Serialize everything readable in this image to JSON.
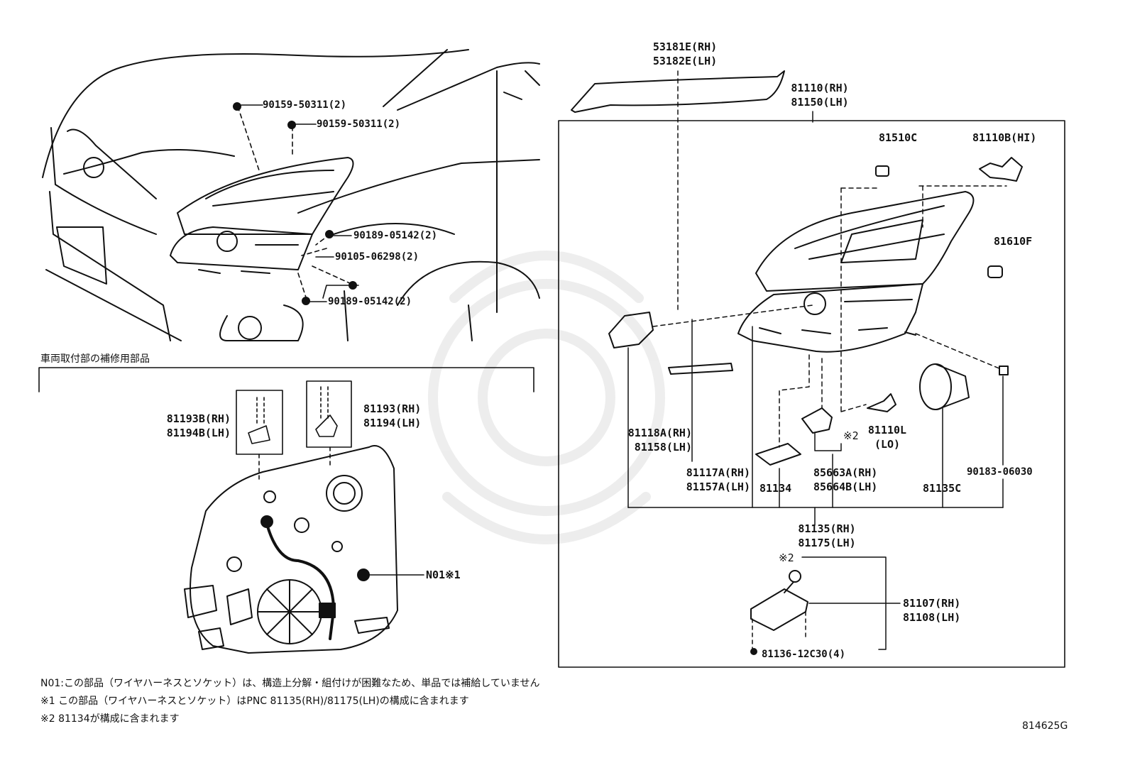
{
  "diagram_code": "814625G",
  "section_title": "車両取付部の補修用部品",
  "vehicle_fasteners": [
    {
      "id": "f1",
      "label": "90159-50311(2)"
    },
    {
      "id": "f2",
      "label": "90159-50311(2)"
    },
    {
      "id": "f3",
      "label": "90189-05142(2)"
    },
    {
      "id": "f4",
      "label": "90105-06298(2)"
    },
    {
      "id": "f5",
      "label": "90189-05142(2)"
    }
  ],
  "repair_parts": [
    {
      "id": "r1",
      "line1": "81193B(RH)",
      "line2": "81194B(LH)"
    },
    {
      "id": "r2",
      "line1": "81193(RH)",
      "line2": "81194(LH)"
    },
    {
      "id": "r3",
      "line1": "N01※1"
    }
  ],
  "headlamp_parts": [
    {
      "id": "p1",
      "line1": "53181E(RH)",
      "line2": "53182E(LH)"
    },
    {
      "id": "p2",
      "line1": "81110(RH)",
      "line2": "81150(LH)"
    },
    {
      "id": "p3",
      "line1": "81510C"
    },
    {
      "id": "p4",
      "line1": "81110B(HI)"
    },
    {
      "id": "p5",
      "line1": "81610F"
    },
    {
      "id": "p6",
      "line1": "81118A(RH)",
      "line2": "81158(LH)"
    },
    {
      "id": "p7",
      "line1": "81110L",
      "line2": "(LO)"
    },
    {
      "id": "p8",
      "line1": "※2"
    },
    {
      "id": "p9",
      "line1": "90183-06030"
    },
    {
      "id": "p10",
      "line1": "81117A(RH)",
      "line2": "81157A(LH)"
    },
    {
      "id": "p11",
      "line1": "81134"
    },
    {
      "id": "p12",
      "line1": "85663A(RH)",
      "line2": "85664B(LH)"
    },
    {
      "id": "p13",
      "line1": "81135C"
    },
    {
      "id": "p14",
      "line1": "81135(RH)",
      "line2": "81175(LH)"
    },
    {
      "id": "p15",
      "line1": "※2"
    },
    {
      "id": "p16",
      "line1": "81107(RH)",
      "line2": "81108(LH)"
    },
    {
      "id": "p17",
      "line1": "81136-12C30(4)"
    }
  ],
  "notes": [
    "N01:この部品（ワイヤハーネスとソケット）は、構造上分解・組付けが困難なため、単品では補給していません",
    "※1 この部品（ワイヤハーネスとソケット）はPNC 81135(RH)/81175(LH)の構成に含まれます",
    "※2 81134が構成に含まれます"
  ]
}
